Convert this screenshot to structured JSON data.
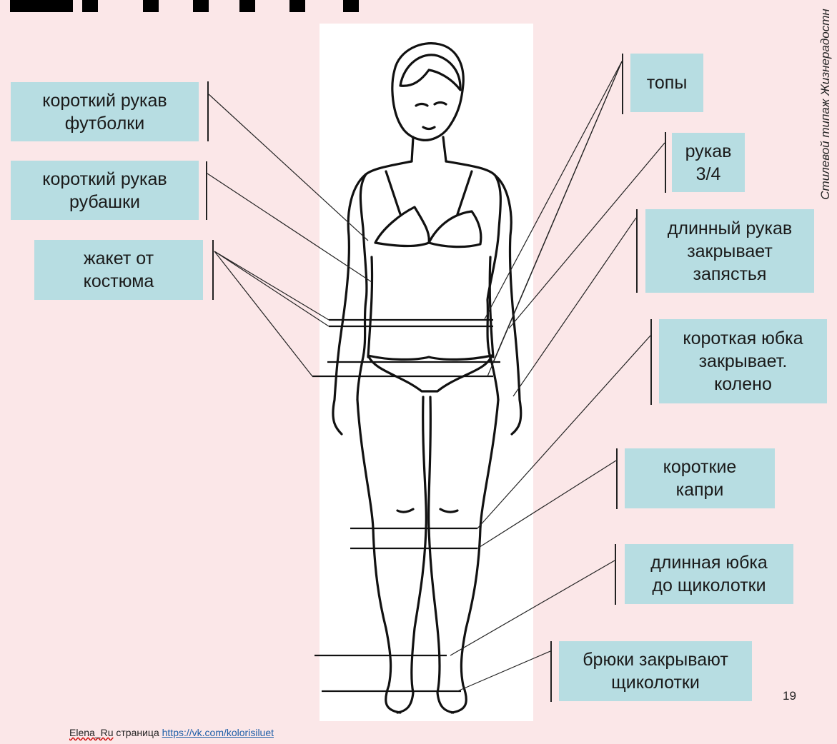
{
  "labels": {
    "short_tshirt_sleeve": "короткий рукав\nфутболки",
    "short_shirt_sleeve": "короткий рукав\nрубашки",
    "suit_jacket": "жакет от\nкостюма",
    "tops": "топы",
    "sleeve_3_4": "рукав\n3/4",
    "long_sleeve": "длинный рукав\nзакрывает\nзапястья",
    "short_skirt": "короткая юбка\nзакрывает.\nколено",
    "short_capri": "короткие\nкапри",
    "long_skirt": "длинная юбка\nдо щиколотки",
    "trousers": "брюки закрывают\nщиколотки"
  },
  "side_caption": "Стилевой типаж Жизнерадостн",
  "page_number": "19",
  "footer": {
    "author": "Elena_Ru",
    "page_word": "страница",
    "link": "https://vk.com/kolorisiluet"
  },
  "colors": {
    "background": "#fbe7e8",
    "label_fill": "#b7dde2",
    "line": "#222222",
    "link": "#1f5fa8"
  }
}
